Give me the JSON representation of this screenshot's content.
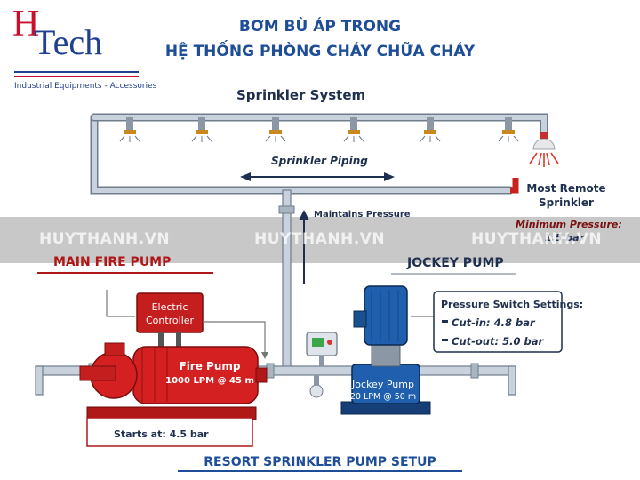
{
  "logo": {
    "letter_h": "H",
    "word_tech": "Tech",
    "tagline": "Industrial Equipments - Accessories"
  },
  "title": {
    "line1": "BƠM BÙ ÁP TRONG",
    "line2": "HỆ THỐNG PHÒNG CHÁY CHỮA CHÁY"
  },
  "sprinkler_system": {
    "title": "Sprinkler System",
    "piping_label": "Sprinkler Piping",
    "remote_line1": "Most Remote",
    "remote_line2": "Sprinkler",
    "min_pressure_label": "Minimum Pressure:",
    "min_pressure_value": "1.5 bar"
  },
  "maintains_label": "Maintains Pressure",
  "watermarks": [
    "HUYTHANH.VN",
    "HUYTHANH.VN",
    "HUYTHANH.VN"
  ],
  "main_pump": {
    "heading": "MAIN FIRE PUMP",
    "controller_line1": "Electric",
    "controller_line2": "Controller",
    "pump_name": "Fire Pump",
    "pump_rating": "1000 LPM @ 45 m",
    "starts_at": "Starts at: 4.5 bar"
  },
  "jockey_pump": {
    "heading": "JOCKEY PUMP",
    "pump_name": "Jockey Pump",
    "pump_rating": "20 LPM @ 50 m"
  },
  "pressure_switch": {
    "title": "Pressure Switch Settings:",
    "cut_in": "Cut-in:  4.8 bar",
    "cut_out": "Cut-out: 5.0 bar"
  },
  "bottom_title": "RESORT SPRINKLER PUMP SETUP",
  "colors": {
    "pipe": "#b9c3cf",
    "pipe_edge": "#6f7d8c",
    "fire_red": "#d42020",
    "jockey_blue": "#1f5fae",
    "title_blue": "#1f4e99",
    "band_gray": "#9a9a9a"
  },
  "icons": [
    "sprinkler-head-icon",
    "pressure-gauge-icon",
    "arrow-up-icon",
    "double-arrow-icon"
  ]
}
